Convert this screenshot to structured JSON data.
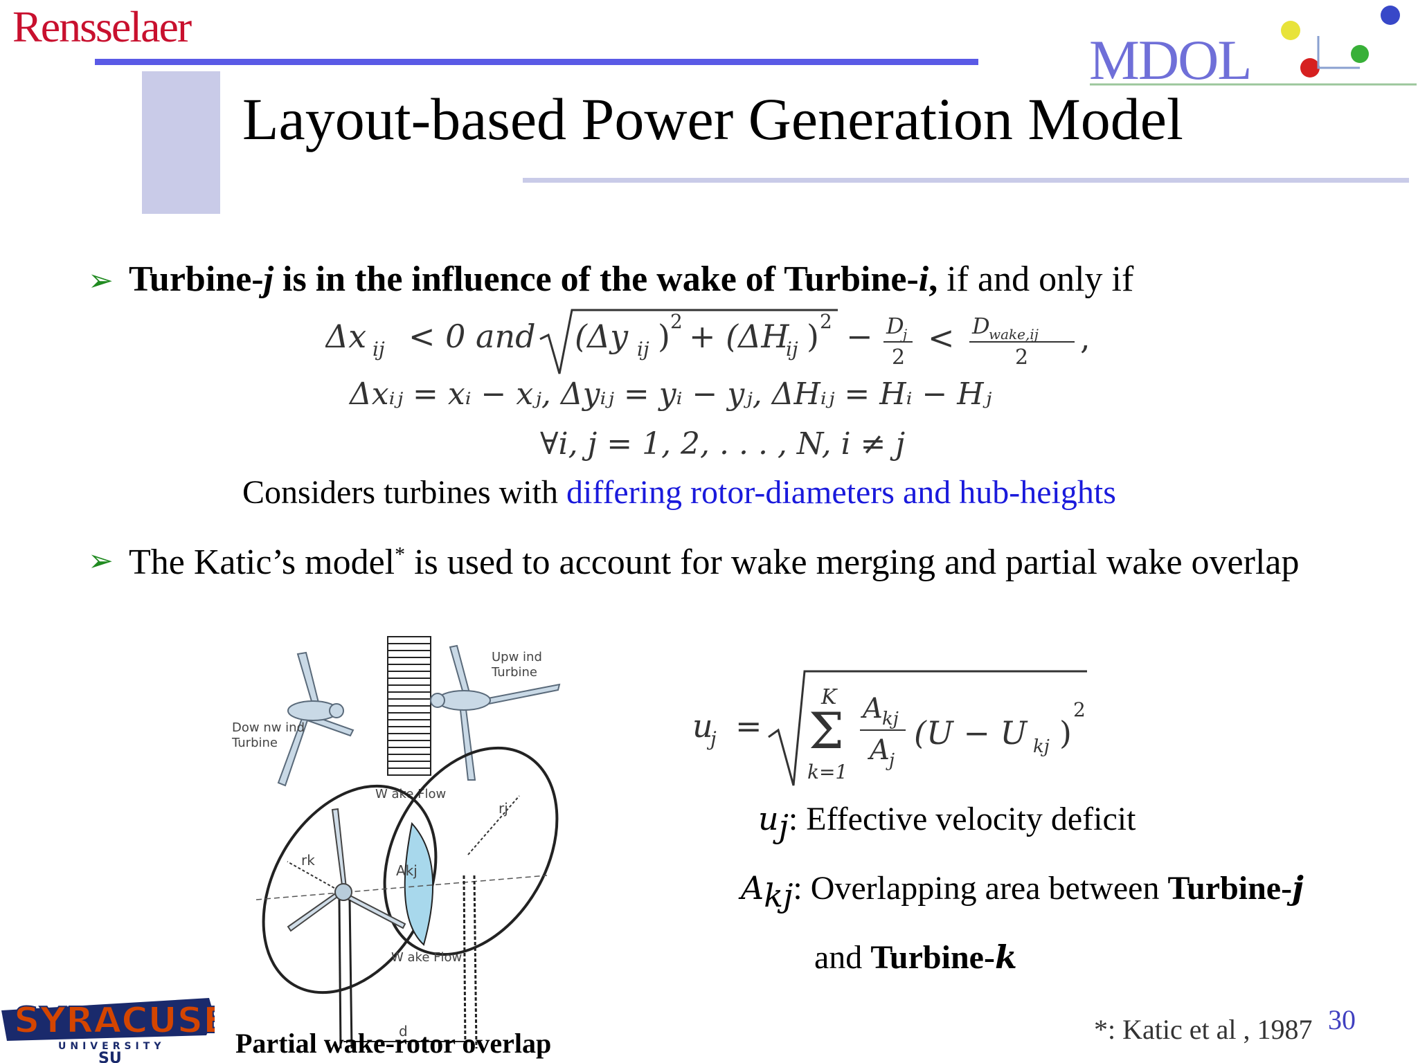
{
  "header": {
    "left_logo_text": "Rensselaer",
    "right_logo_text": "MDOL",
    "title": "Layout-based Power Generation Model"
  },
  "bullet1": {
    "bold_part1": "Turbine-",
    "bold_italic1": "j",
    "bold_part2": " is in the influence of the wake of Turbine-",
    "bold_italic2": "i",
    "bold_part3": ",",
    "plain": " if and only if"
  },
  "equation1": {
    "line1_lhs": "Δx",
    "line1_lhs_sub": "ij",
    "line1_and": "< 0 and",
    "line1_term1": "(Δy",
    "line1_term1_sub": "ij",
    "line1_term1_close": ")",
    "line1_sq1": "2",
    "line1_plus": "+ (ΔH",
    "line1_term2_sub": "ij",
    "line1_term2_close": ")",
    "line1_sq2": "2",
    "line1_minus": "−",
    "frac1_num": "D",
    "frac1_num_sub": "j",
    "frac1_den": "2",
    "line1_lt": "<",
    "frac2_num": "D",
    "frac2_num_sub": "wake,ij",
    "frac2_den": "2",
    "line1_comma": ",",
    "line2": "Δxᵢⱼ = xᵢ − xⱼ,  Δyᵢⱼ = yᵢ − yⱼ,  ΔHᵢⱼ = Hᵢ − Hⱼ",
    "line3": "∀i, j = 1, 2, . . . , N, i ≠ j"
  },
  "considers": {
    "plain": "Considers turbines with ",
    "highlight": "differing rotor-diameters and hub-heights"
  },
  "bullet2": {
    "text_before": "The Katic’s model",
    "sup": "*",
    "text_after": " is used to account for wake merging and partial wake overlap"
  },
  "diagram": {
    "downwind_label_l1": "Dow nw ind",
    "downwind_label_l2": "Turbine",
    "upwind_label_l1": "Upw ind",
    "upwind_label_l2": "Turbine",
    "wake_flow_top": "W ake Flow",
    "wake_flow_bottom": "W ake Flow",
    "r_k": "rk",
    "r_j": "rj",
    "a_kj": "Akj",
    "d": "d"
  },
  "equation2": {
    "lhs": "u",
    "lhs_sub": "j",
    "equals": "=",
    "sum_top": "K",
    "sum_bottom": "k=1",
    "frac_num": "A",
    "frac_num_sub": "kj",
    "frac_den": "A",
    "frac_den_sub": "j",
    "paren": "(U − U",
    "paren_sub": "kj",
    "paren_close": ")",
    "exp": "2"
  },
  "definitions": {
    "d1_sym": "u",
    "d1_sub": "j",
    "d1_text": ": Effective velocity deficit",
    "d2_sym": "A",
    "d2_sub": "kj",
    "d2_text": ": Overlapping area between ",
    "d2_bold": "Turbine-",
    "d2_bold_italic": "j",
    "d3_plain": "and ",
    "d3_bold": "Turbine-",
    "d3_bold_italic": "k"
  },
  "footer": {
    "caption": "Partial wake-rotor overlap",
    "citation": "*: Katic et al , 1987",
    "page_number": "30",
    "su_logo_text": "SYRACUSE",
    "su_logo_sub": "UNIVERSITY",
    "su_logo_mono": "SU"
  },
  "colors": {
    "accent_blue": "#5a5ae6",
    "title_block": "#c9cbe8",
    "highlight_blue": "#1a1adc",
    "arrow_green": "#1f8a1f",
    "rpi_red": "#c8102e",
    "su_orange": "#d44500"
  }
}
